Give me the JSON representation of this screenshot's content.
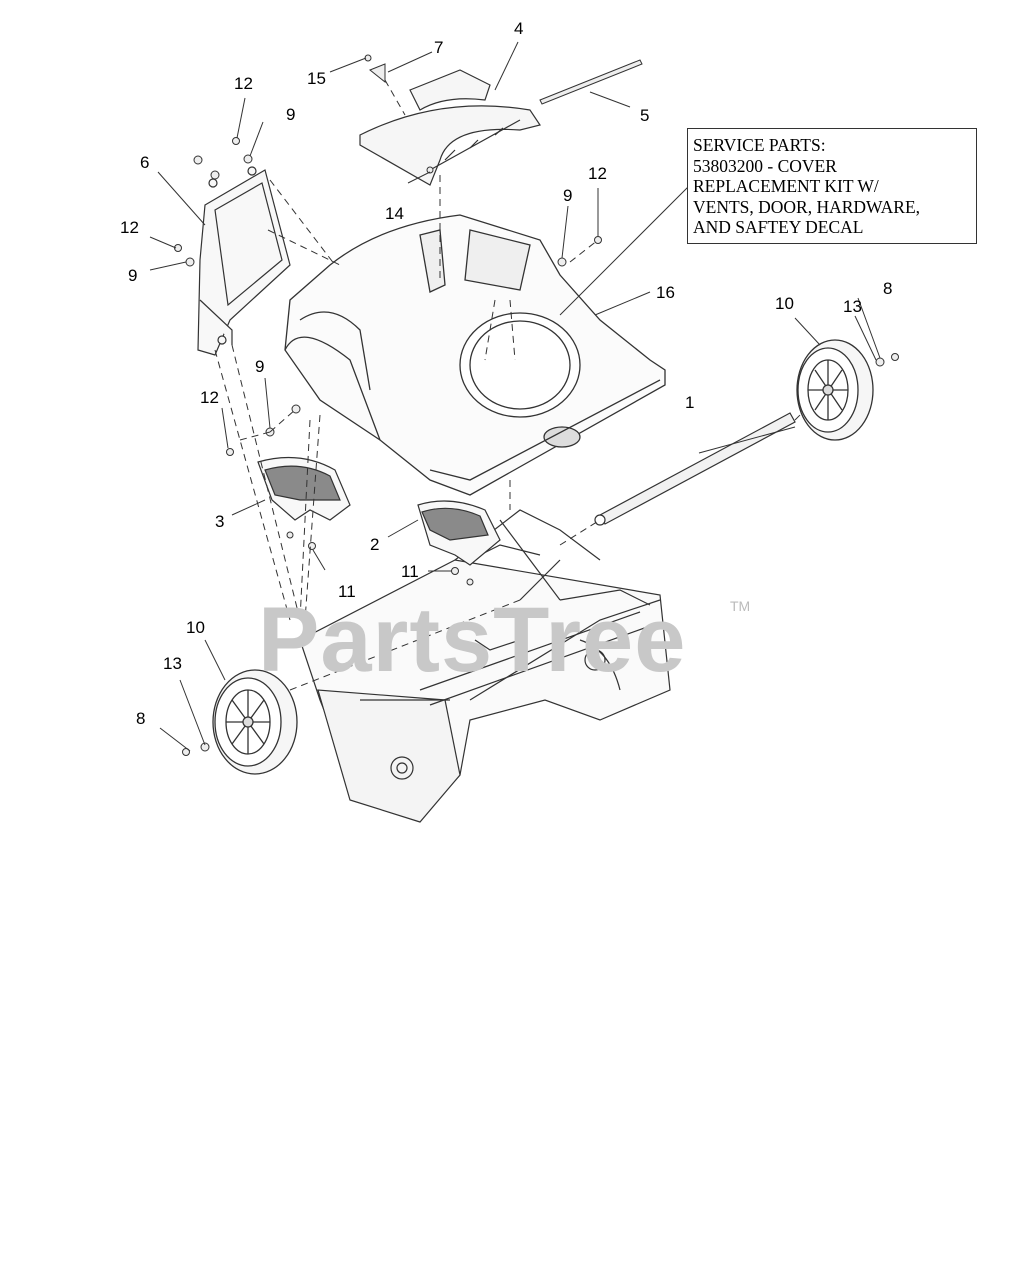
{
  "service_box": {
    "lines": [
      "SERVICE PARTS:",
      "53803200 - COVER",
      "REPLACEMENT KIT W/",
      "VENTS, DOOR, HARDWARE,",
      "AND SAFTEY DECAL"
    ]
  },
  "watermark": {
    "text": "PartsTree",
    "tm": "TM"
  },
  "callouts": [
    {
      "id": "c1",
      "label": "1"
    },
    {
      "id": "c2",
      "label": "2"
    },
    {
      "id": "c3",
      "label": "3"
    },
    {
      "id": "c4",
      "label": "4"
    },
    {
      "id": "c5",
      "label": "5"
    },
    {
      "id": "c6",
      "label": "6"
    },
    {
      "id": "c7",
      "label": "7"
    },
    {
      "id": "c8a",
      "label": "8"
    },
    {
      "id": "c8b",
      "label": "8"
    },
    {
      "id": "c9a",
      "label": "9"
    },
    {
      "id": "c9b",
      "label": "9"
    },
    {
      "id": "c9c",
      "label": "9"
    },
    {
      "id": "c9d",
      "label": "9"
    },
    {
      "id": "c10a",
      "label": "10"
    },
    {
      "id": "c10b",
      "label": "10"
    },
    {
      "id": "c11a",
      "label": "11"
    },
    {
      "id": "c11b",
      "label": "11"
    },
    {
      "id": "c12a",
      "label": "12"
    },
    {
      "id": "c12b",
      "label": "12"
    },
    {
      "id": "c12c",
      "label": "12"
    },
    {
      "id": "c12d",
      "label": "12"
    },
    {
      "id": "c13a",
      "label": "13"
    },
    {
      "id": "c13b",
      "label": "13"
    },
    {
      "id": "c14",
      "label": "14"
    },
    {
      "id": "c15",
      "label": "15"
    },
    {
      "id": "c16",
      "label": "16"
    }
  ]
}
